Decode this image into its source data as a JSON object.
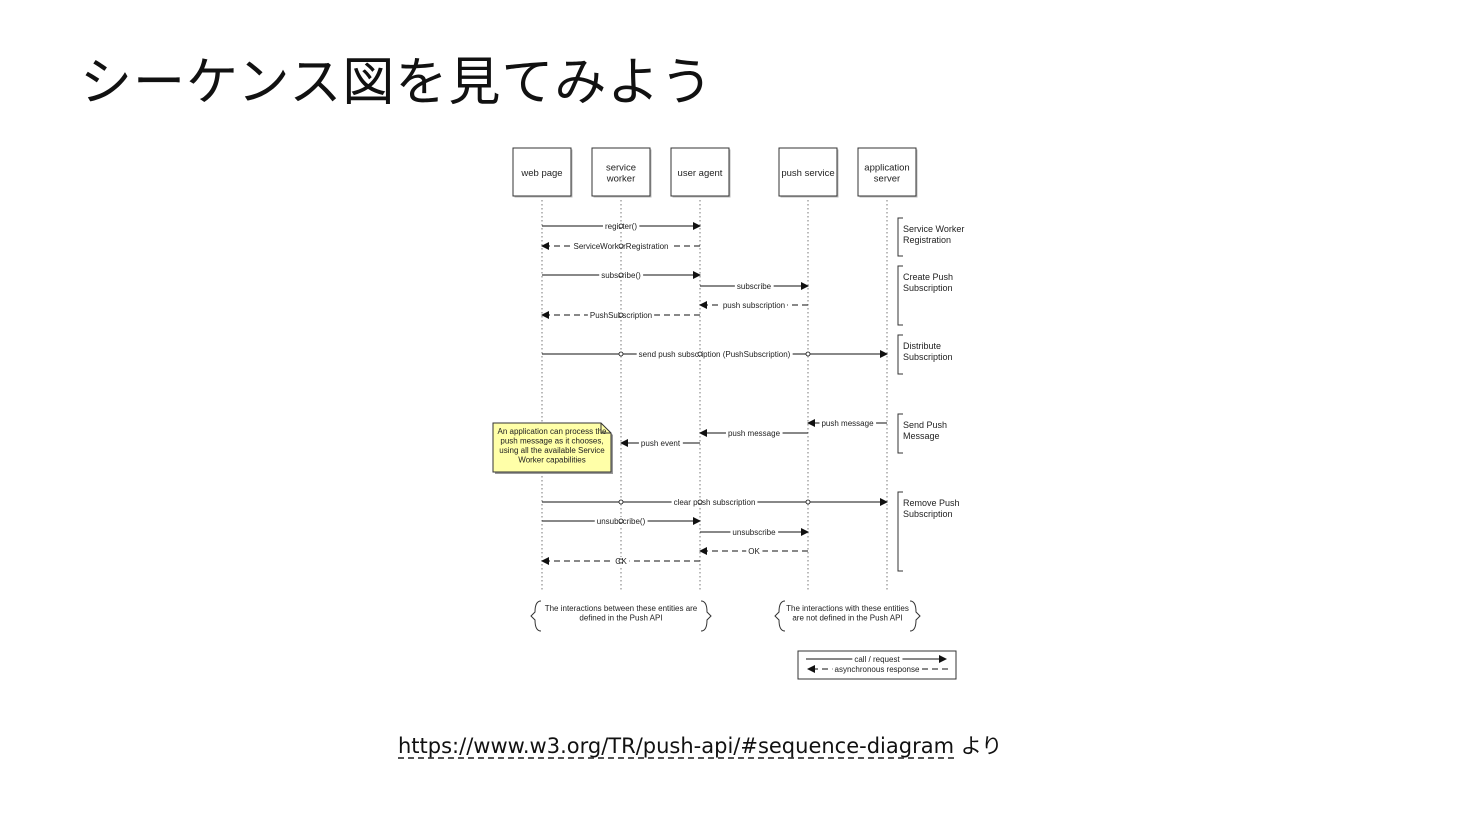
{
  "slide": {
    "title": "シーケンス図を見てみよう",
    "source_link": "https://www.w3.org/TR/push-api/#sequence-diagram",
    "source_suffix": " より"
  },
  "diagram": {
    "participants": [
      {
        "id": "web-page",
        "lines": [
          "web page"
        ]
      },
      {
        "id": "service-worker",
        "lines": [
          "service",
          "worker"
        ]
      },
      {
        "id": "user-agent",
        "lines": [
          "user agent"
        ]
      },
      {
        "id": "push-service",
        "lines": [
          "push service"
        ]
      },
      {
        "id": "application-server",
        "lines": [
          "application",
          "server"
        ]
      }
    ],
    "messages": [
      {
        "from": 0,
        "to": 2,
        "label": "register()",
        "style": "solid"
      },
      {
        "from": 2,
        "to": 0,
        "label": "ServiceWorkerRegistration",
        "style": "dashed"
      },
      {
        "from": 0,
        "to": 2,
        "label": "subscribe()",
        "style": "solid"
      },
      {
        "from": 2,
        "to": 3,
        "label": "subscribe",
        "style": "solid"
      },
      {
        "from": 3,
        "to": 2,
        "label": "push subscription",
        "style": "dashed"
      },
      {
        "from": 2,
        "to": 0,
        "label": "PushSubscription",
        "style": "dashed"
      },
      {
        "from": 0,
        "to": 4,
        "label": "send push subscription (PushSubscription)",
        "style": "solid"
      },
      {
        "from": 4,
        "to": 3,
        "label": "push message",
        "style": "solid"
      },
      {
        "from": 3,
        "to": 2,
        "label": "push message",
        "style": "solid"
      },
      {
        "from": 2,
        "to": 1,
        "label": "push event",
        "style": "solid"
      },
      {
        "from": 0,
        "to": 4,
        "label": "clear push subscription",
        "style": "solid"
      },
      {
        "from": 0,
        "to": 2,
        "label": "unsubscribe()",
        "style": "solid"
      },
      {
        "from": 2,
        "to": 3,
        "label": "unsubscribe",
        "style": "solid"
      },
      {
        "from": 3,
        "to": 2,
        "label": "OK",
        "style": "dashed"
      },
      {
        "from": 2,
        "to": 0,
        "label": "OK",
        "style": "dashed"
      }
    ],
    "phases": [
      {
        "lines": [
          "Service Worker",
          "Registration"
        ]
      },
      {
        "lines": [
          "Create Push",
          "Subscription"
        ]
      },
      {
        "lines": [
          "Distribute",
          "Subscription"
        ]
      },
      {
        "lines": [
          "Send Push",
          "Message"
        ]
      },
      {
        "lines": [
          "Remove Push",
          "Subscription"
        ]
      }
    ],
    "note": {
      "lines": [
        "An application can process the",
        "push message as it chooses,",
        "using all the available Service",
        "Worker capabilities"
      ],
      "color": "#ffffa8"
    },
    "scope_notes": [
      {
        "lines": [
          "The interactions between these entities are",
          "defined in the Push API"
        ]
      },
      {
        "lines": [
          "The interactions with these entities",
          "are not defined in the Push API"
        ]
      }
    ],
    "legend": [
      {
        "label": "call / request",
        "style": "solid"
      },
      {
        "label": "asynchronous response",
        "style": "dashed"
      }
    ]
  }
}
